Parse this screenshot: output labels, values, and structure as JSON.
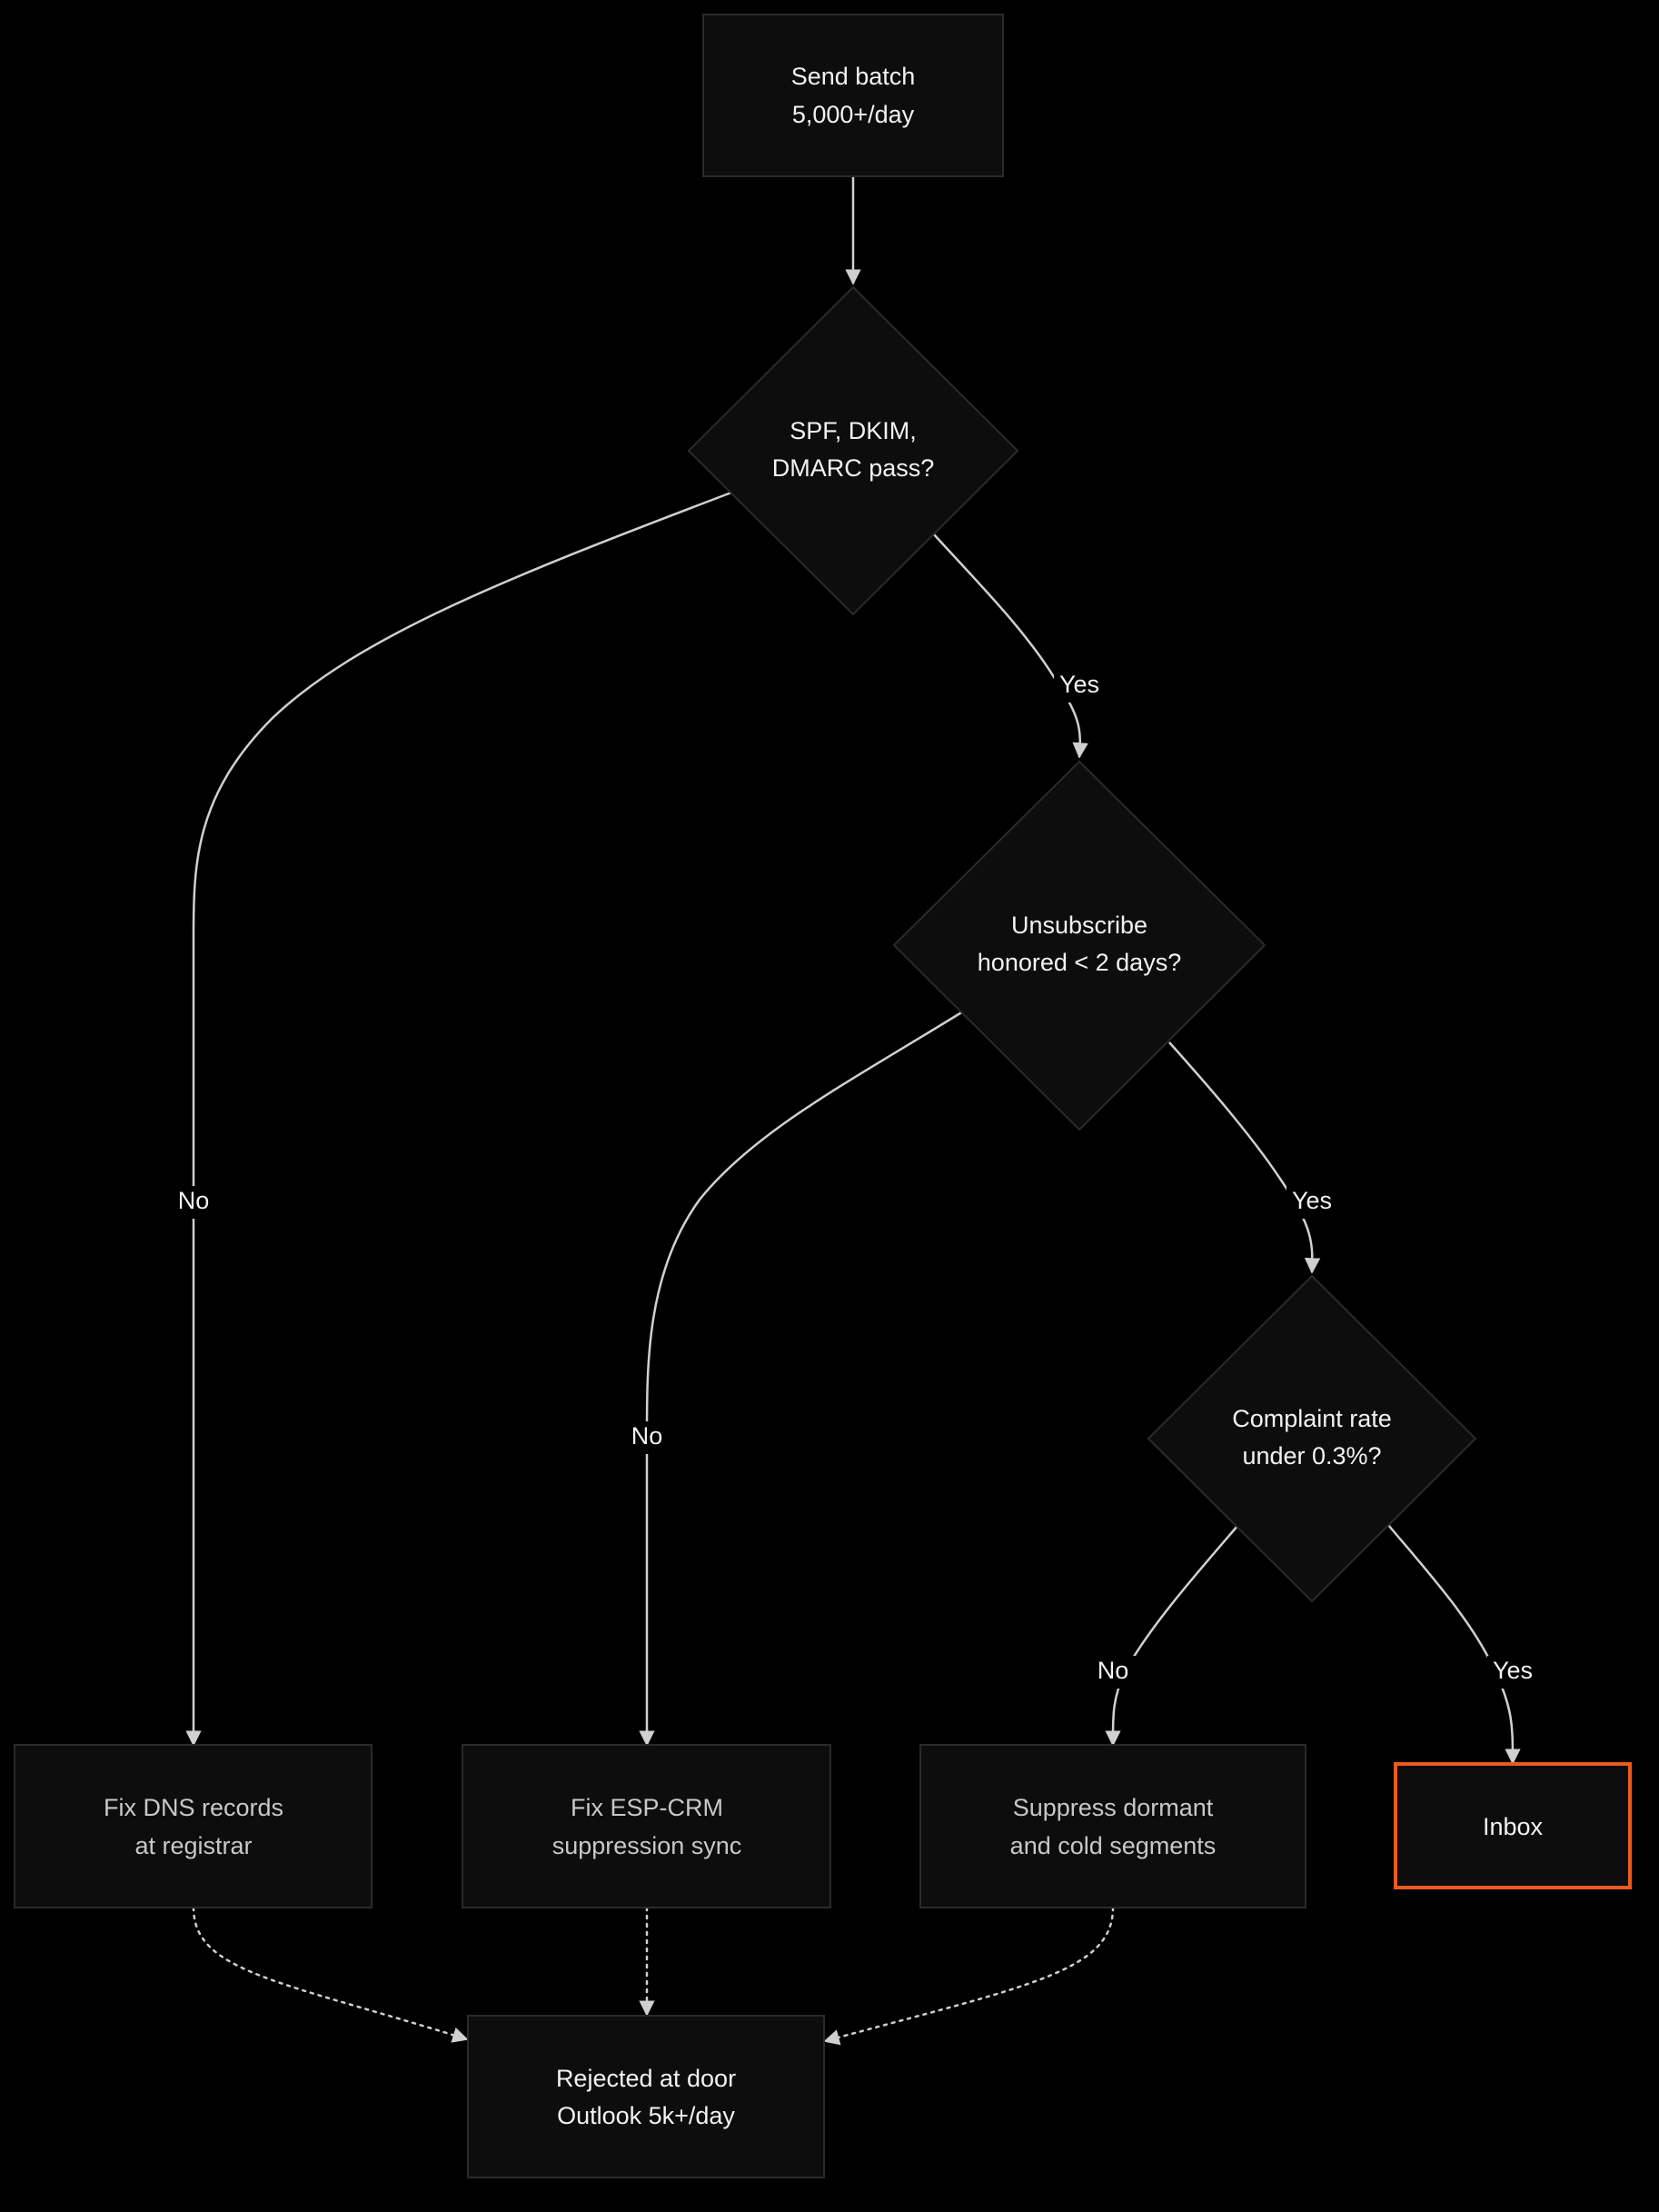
{
  "nodes": {
    "send_batch": {
      "line1": "Send batch",
      "line2": "5,000+/day"
    },
    "auth_check": {
      "line1": "SPF, DKIM,",
      "line2": "DMARC pass?"
    },
    "unsub_check": {
      "line1": "Unsubscribe",
      "line2": "honored < 2 days?"
    },
    "complaint_check": {
      "line1": "Complaint rate",
      "line2": "under 0.3%?"
    },
    "fix_dns": {
      "line1": "Fix DNS records",
      "line2": "at registrar"
    },
    "fix_esp": {
      "line1": "Fix ESP-CRM",
      "line2": "suppression sync"
    },
    "suppress": {
      "line1": "Suppress dormant",
      "line2": "and cold segments"
    },
    "inbox": {
      "line1": "Inbox"
    },
    "rejected": {
      "line1": "Rejected at door",
      "line2": "Outlook 5k+/day"
    }
  },
  "edge_labels": {
    "auth_no": "No",
    "auth_yes": "Yes",
    "unsub_no": "No",
    "unsub_yes": "Yes",
    "complaint_no": "No",
    "complaint_yes": "Yes"
  },
  "colors": {
    "background": "#000000",
    "node_fill": "#0d0d0d",
    "edge": "#d0d0d0",
    "highlight": "#ea5b1f"
  }
}
